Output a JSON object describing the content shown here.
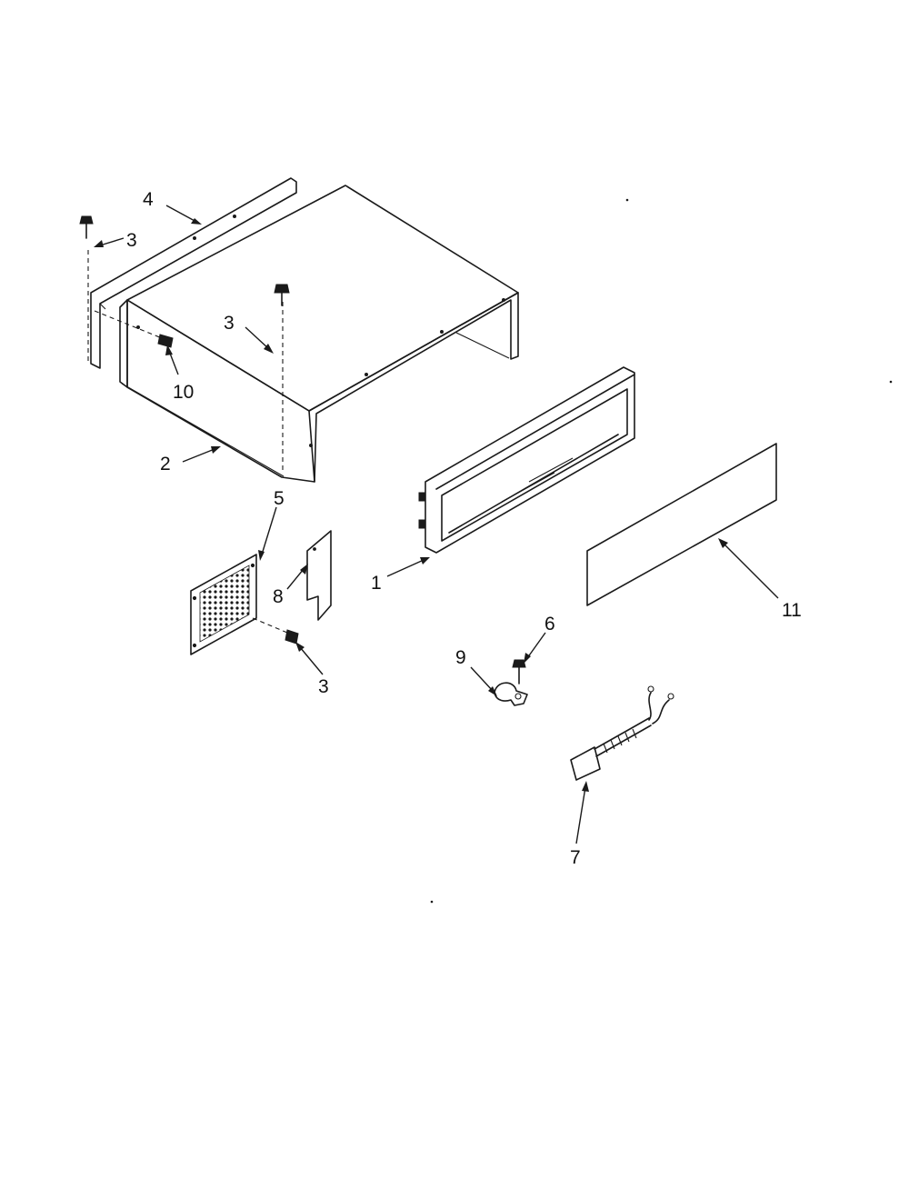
{
  "callouts": {
    "c1": "1",
    "c2": "2",
    "c3a": "3",
    "c3b": "3",
    "c3c": "3",
    "c4": "4",
    "c5": "5",
    "c6": "6",
    "c7": "7",
    "c8": "8",
    "c9": "9",
    "c10": "10",
    "c11": "11"
  },
  "colors": {
    "line": "#1a1a1a",
    "background": "#ffffff"
  }
}
